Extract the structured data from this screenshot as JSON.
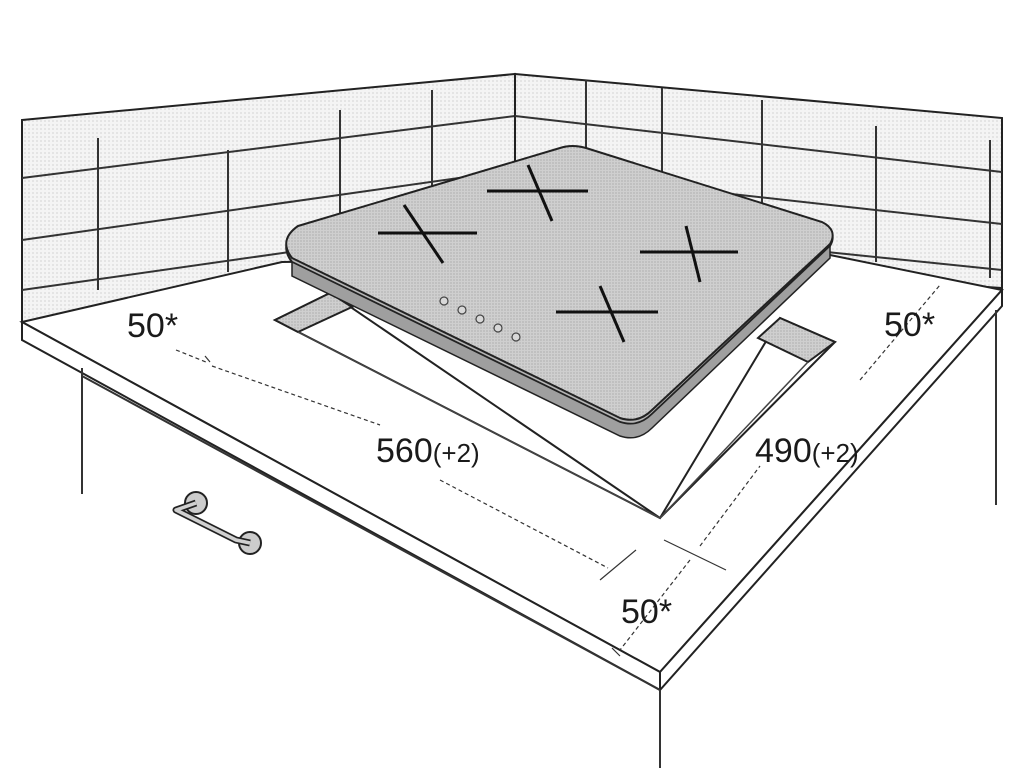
{
  "dimensions": {
    "left_clearance": {
      "value": "50*"
    },
    "right_clearance": {
      "value": "50*"
    },
    "cutout_width": {
      "value": "560",
      "tolerance": "(+2)"
    },
    "cutout_depth": {
      "value": "490",
      "tolerance": "(+2)"
    },
    "front_clearance": {
      "value": "50*"
    }
  },
  "hob": {
    "cooking_zones": 4,
    "control_buttons": 5
  },
  "colors": {
    "line": "#222222",
    "hob_fill": "#c9c9c9",
    "tile_fill": "#eeeeee",
    "cutout_fill": "#9c9c9c"
  }
}
